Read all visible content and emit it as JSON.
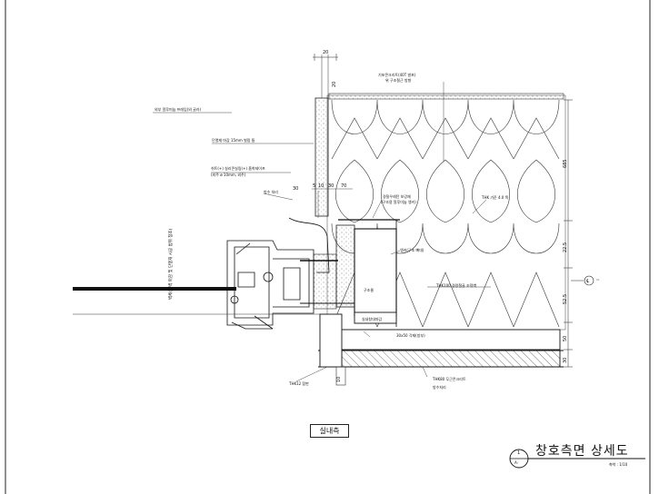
{
  "drawing": {
    "title": "창호측면 상세도",
    "scale": "축척 : 1/10",
    "section_number": "1",
    "section_sheet": "A-",
    "room_label": "실내측",
    "centerline_symbol": "CL",
    "annotations": {
      "top_right_note": "기포콘크리트(40T 발포)",
      "top_right_note_2": "위 구조철근 방향",
      "note_left": "외부 알루미늄 프레임(외 글라)",
      "note_gap": "단열재 마감 15mm 벌림 틈",
      "note_seal_1": "쉬트(+) 실리콘실링(+) 흡착테이프",
      "note_seal_2": "(외주 ø 10mm, 외주)",
      "note_drip": "방수 처리",
      "note_insul_1": "경질우레탄 보강재",
      "note_insul_2": "(구조용 알루미늄 앵커)",
      "note_block": "THK 기준 4.0 폭",
      "note_frame": "앵커(구조 뼈대)",
      "note_steel": "THK100 경량철골 조적벽",
      "note_post": "구조물",
      "note_sill": "실내창대마감",
      "note_floor": "30x50 각재(방부)",
      "note_slab_1": "THK80 무근콘크리트",
      "note_slab_2": "방수처리",
      "note_thk": "THK12 합판",
      "vertical_note": "벽체(외벽 마감 및 단열재 시공 범위 참조)"
    },
    "dimensions": {
      "top": "20",
      "top_small": "20",
      "mid_a": "5",
      "mid_b": "10",
      "mid_c": "30",
      "mid_d": "70",
      "mid_e": "30",
      "right_1": "685",
      "right_2": "22.5",
      "right_3": "52.5",
      "right_4": "50",
      "right_5": "30",
      "bottom_1": "10"
    }
  }
}
